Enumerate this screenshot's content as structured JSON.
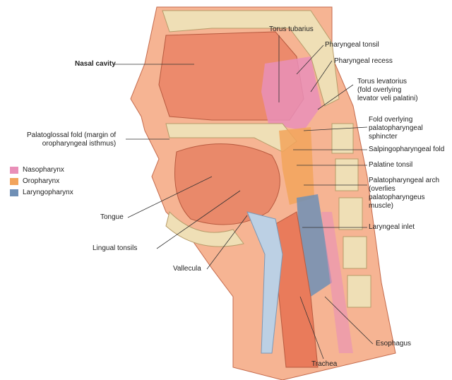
{
  "labels": {
    "nasal_cavity": "Nasal cavity",
    "torus_tubarius": "Torus tubarius",
    "pharyngeal_tonsil": "Pharyngeal tonsil",
    "pharyngeal_recess": "Pharyngeal recess",
    "torus_levatorius": "Torus levatorius\n(fold overlying\nlevator veli palatini)",
    "fold_palatopharyngeal": "Fold overlying\npalatopharyngeal\nsphincter",
    "salpingopharyngeal_fold": "Salpingopharyngeal fold",
    "palatine_tonsil": "Palatine tonsil",
    "palatopharyngeal_arch": "Palatopharyngeal arch\n(overlies\npalatopharyngeus\nmuscle)",
    "laryngeal_inlet": "Laryngeal inlet",
    "palatoglossal_fold": "Palatoglossal fold (margin of\noropharyngeal isthmus)",
    "tongue": "Tongue",
    "lingual_tonsils": "Lingual tonsils",
    "vallecula": "Vallecula",
    "esophagus": "Esophagus",
    "trachea": "Trachea"
  },
  "legend": [
    {
      "label": "Nasopharynx",
      "color": "#e98fb8"
    },
    {
      "label": "Oropharynx",
      "color": "#f2a45c"
    },
    {
      "label": "Laryngopharynx",
      "color": "#6f8fb5"
    }
  ],
  "colors": {
    "skin": "#f3a27e",
    "tissue": "#e97b5b",
    "bone": "#efdfb6",
    "cartilage": "#bcd0e4",
    "leader": "#333333"
  }
}
